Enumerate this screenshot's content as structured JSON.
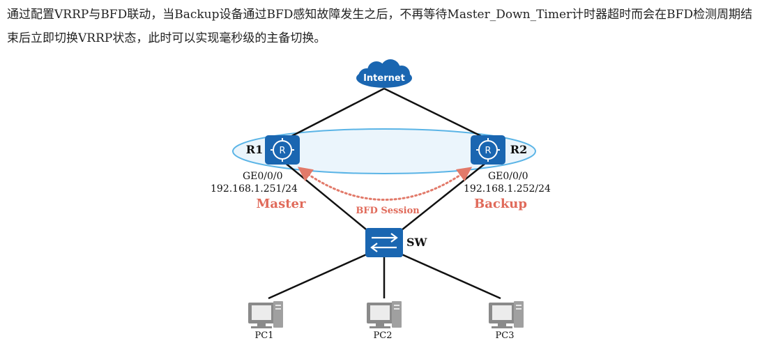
{
  "intro": {
    "text": "通过配置VRRP与BFD联动，当Backup设备通过BFD感知故障发生之后，不再等待Master_Down_Timer计时器超时而会在BFD检测周期结束后立即切换VRRP状态，此时可以实现毫秒级的主备切换。"
  },
  "diagram": {
    "internet": {
      "label": "Internet",
      "icon": "cloud-icon"
    },
    "r1": {
      "label": "R1",
      "interface": "GE0/0/0",
      "ip": "192.168.1.251/24",
      "role": "Master",
      "icon": "router-icon"
    },
    "r2": {
      "label": "R2",
      "interface": "GE0/0/0",
      "ip": "192.168.1.252/24",
      "role": "Backup",
      "icon": "router-icon"
    },
    "bfd": {
      "label": "BFD Session"
    },
    "sw": {
      "label": "SW",
      "icon": "switch-icon"
    },
    "pcs": [
      {
        "label": "PC1",
        "icon": "pc-icon"
      },
      {
        "label": "PC2",
        "icon": "pc-icon"
      },
      {
        "label": "PC3",
        "icon": "pc-icon"
      }
    ],
    "colors": {
      "device_blue": "#1a66b1",
      "role_red": "#e06a5a",
      "bfd_dots": "#e27a6a",
      "vrrp_fill": "#ebf5fc",
      "vrrp_stroke": "#5ab4e6",
      "link": "#111111"
    }
  }
}
